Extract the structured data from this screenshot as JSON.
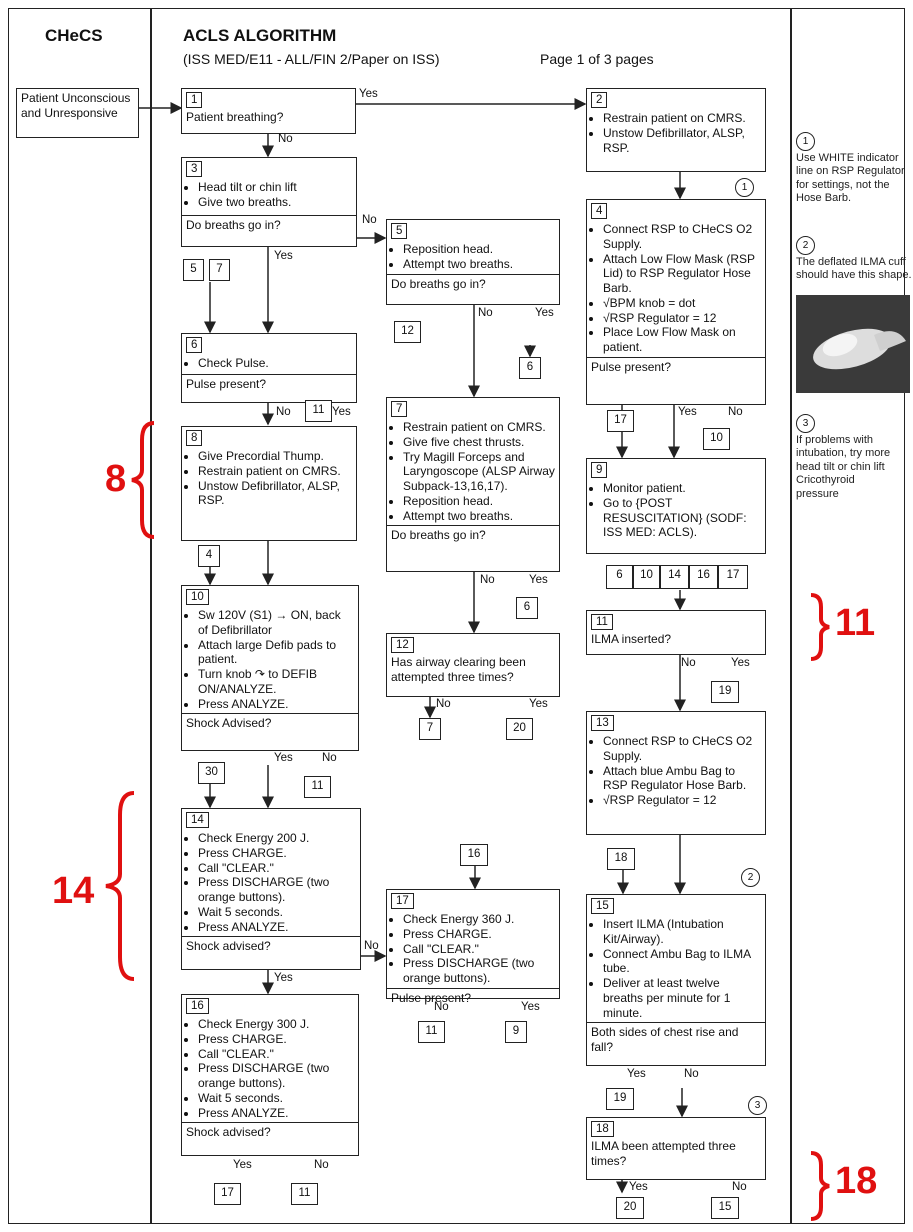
{
  "header": {
    "org": "CHeCS",
    "title": "ACLS ALGORITHM",
    "subtitle": "(ISS MED/E11 - ALL/FIN 2/Paper on ISS)",
    "page": "Page 1 of 3 pages"
  },
  "start": "Patient Unconscious and Unresponsive",
  "boxes": {
    "b1": {
      "num": "1",
      "question": "Patient breathing?"
    },
    "b2": {
      "num": "2",
      "items": [
        "Restrain patient on CMRS.",
        "Unstow Defibrillator, ALSP, RSP."
      ]
    },
    "b3": {
      "num": "3",
      "items": [
        "Head tilt or chin lift",
        "Give two breaths."
      ],
      "question": "Do breaths go in?"
    },
    "b4": {
      "num": "4",
      "items": [
        "Connect RSP to CHeCS O2 Supply.",
        "Attach Low Flow Mask (RSP Lid) to RSP Regulator Hose Barb.",
        "√BPM knob = dot",
        "√RSP Regulator = 12",
        "Place Low Flow Mask on patient."
      ],
      "question": "Pulse present?"
    },
    "b5": {
      "num": "5",
      "items": [
        "Reposition head.",
        "Attempt two breaths."
      ],
      "question": "Do breaths go in?"
    },
    "b6": {
      "num": "6",
      "items": [
        "Check Pulse."
      ],
      "question": "Pulse present?"
    },
    "b7": {
      "num": "7",
      "items": [
        "Restrain patient on CMRS.",
        "Give five chest thrusts.",
        "Try Magill Forceps and Laryngoscope (ALSP Airway Subpack-13,16,17).",
        "Reposition head.",
        "Attempt two breaths."
      ],
      "question": "Do breaths go in?"
    },
    "b8": {
      "num": "8",
      "items": [
        "Give Precordial Thump.",
        "Restrain patient on CMRS.",
        "Unstow Defibrillator, ALSP, RSP."
      ]
    },
    "b9": {
      "num": "9",
      "items": [
        "Monitor patient.",
        "Go to {POST RESUSCITATION} (SODF: ISS MED: ACLS)."
      ]
    },
    "b10": {
      "num": "10",
      "items": [
        "Sw 120V (S1) → ON, back of Defibrillator",
        "Attach large Defib pads to patient.",
        "Turn knob ↷ to DEFIB ON/ANALYZE.",
        "Press ANALYZE."
      ],
      "question": "Shock Advised?"
    },
    "b11": {
      "num": "11",
      "question": "ILMA inserted?"
    },
    "b12": {
      "num": "12",
      "question": "Has airway clearing been attempted three times?"
    },
    "b13": {
      "num": "13",
      "items": [
        "Connect RSP to CHeCS O2 Supply.",
        "Attach blue Ambu Bag to RSP Regulator Hose Barb.",
        "√RSP Regulator = 12"
      ]
    },
    "b14": {
      "num": "14",
      "items": [
        "Check Energy 200 J.",
        "Press CHARGE.",
        "Call \"CLEAR.\"",
        "Press DISCHARGE (two orange buttons).",
        "Wait 5 seconds.",
        "Press ANALYZE."
      ],
      "question": "Shock advised?"
    },
    "b15": {
      "num": "15",
      "items": [
        "Insert ILMA (Intubation Kit/Airway).",
        "Connect Ambu Bag to ILMA tube.",
        "Deliver at least twelve breaths per minute for 1 minute."
      ],
      "question": "Both sides of chest rise and fall?"
    },
    "b16": {
      "num": "16",
      "items": [
        "Check Energy 300 J.",
        "Press CHARGE.",
        "Call \"CLEAR.\"",
        "Press DISCHARGE (two orange buttons).",
        "Wait 5 seconds.",
        "Press ANALYZE."
      ],
      "question": "Shock advised?"
    },
    "b17": {
      "num": "17",
      "items": [
        "Check Energy 360 J.",
        "Press CHARGE.",
        "Call \"CLEAR.\"",
        "Press DISCHARGE (two orange buttons)."
      ],
      "question": "Pulse present?"
    },
    "b18": {
      "num": "18",
      "question": "ILMA been attempted three times?"
    }
  },
  "refs": {
    "r57a": "5",
    "r57b": "7",
    "r11a": "11",
    "r4": "4",
    "r11b": "11",
    "r30": "30",
    "r11c": "11",
    "r11d": "11",
    "r17a": "17",
    "r12a": "12",
    "r6a": "6",
    "r6b": "6",
    "r7": "7",
    "r20a": "20",
    "r16": "16",
    "r11e": "11",
    "r9": "9",
    "r17b": "17",
    "r10": "10",
    "r9a": "6",
    "r9b": "10",
    "r9c": "14",
    "r9d": "16",
    "r9e": "17",
    "r19a": "19",
    "r18": "18",
    "r19b": "19",
    "r20b": "20",
    "r15": "15"
  },
  "labels": {
    "yes": "Yes",
    "no": "No"
  },
  "notes": {
    "n1_num": "1",
    "n1": "Use WHITE indicator line on RSP Regulator for settings, not the Hose Barb.",
    "n2_num": "2",
    "n2": "The deflated ILMA cuff should have this shape.",
    "n3_num": "3",
    "n3": "If problems with intubation, try more head tilt or chin lift Cricothyroid pressure"
  },
  "annotations": {
    "a8": "8",
    "a11": "11",
    "a14": "14",
    "a18": "18"
  },
  "colors": {
    "annotation": "#e01010",
    "line": "#222222"
  }
}
